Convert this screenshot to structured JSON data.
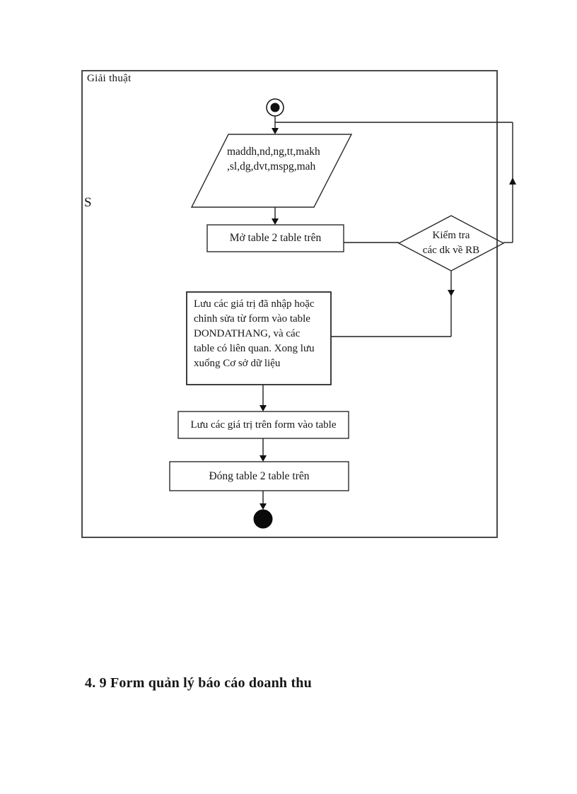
{
  "page": {
    "background": "#ffffff",
    "ink": "#1c1c1c",
    "heading": "4. 9 Form quản lý báo cáo doanh thu"
  },
  "flowchart": {
    "title": "Giải thuật",
    "side_label": "S",
    "nodes": {
      "start": {
        "type": "initial-node"
      },
      "input": {
        "type": "input-parallelogram",
        "lines": [
          "maddh,nd,ng,tt,makh",
          ",sl,dg,dvt,mspg,mah"
        ]
      },
      "open_tables": {
        "type": "process",
        "label": "Mở table 2 table trên"
      },
      "check_rb": {
        "type": "decision",
        "lines": [
          "Kiểm tra",
          "các dk về RB"
        ]
      },
      "save_db": {
        "type": "process",
        "lines": [
          "Lưu các giá trị đã nhập hoặc",
          "chỉnh sửa từ form vào table",
          "DONDATHANG, và các",
          "table có liên quan. Xong lưu",
          "xuống Cơ sở dữ liệu"
        ]
      },
      "save_form": {
        "type": "process",
        "label": "Lưu các giá trị trên form vào table"
      },
      "close_tables": {
        "type": "process",
        "label": "Đóng table 2 table trên"
      },
      "end": {
        "type": "final-node"
      }
    },
    "edges": [
      {
        "from": "start",
        "to": "input"
      },
      {
        "from": "input",
        "to": "open_tables"
      },
      {
        "from": "open_tables",
        "to": "check_rb"
      },
      {
        "from": "check_rb",
        "to": "save_db"
      },
      {
        "from": "check_rb",
        "to": "input"
      },
      {
        "from": "save_db",
        "to": "save_form"
      },
      {
        "from": "save_form",
        "to": "close_tables"
      },
      {
        "from": "close_tables",
        "to": "end"
      }
    ]
  }
}
